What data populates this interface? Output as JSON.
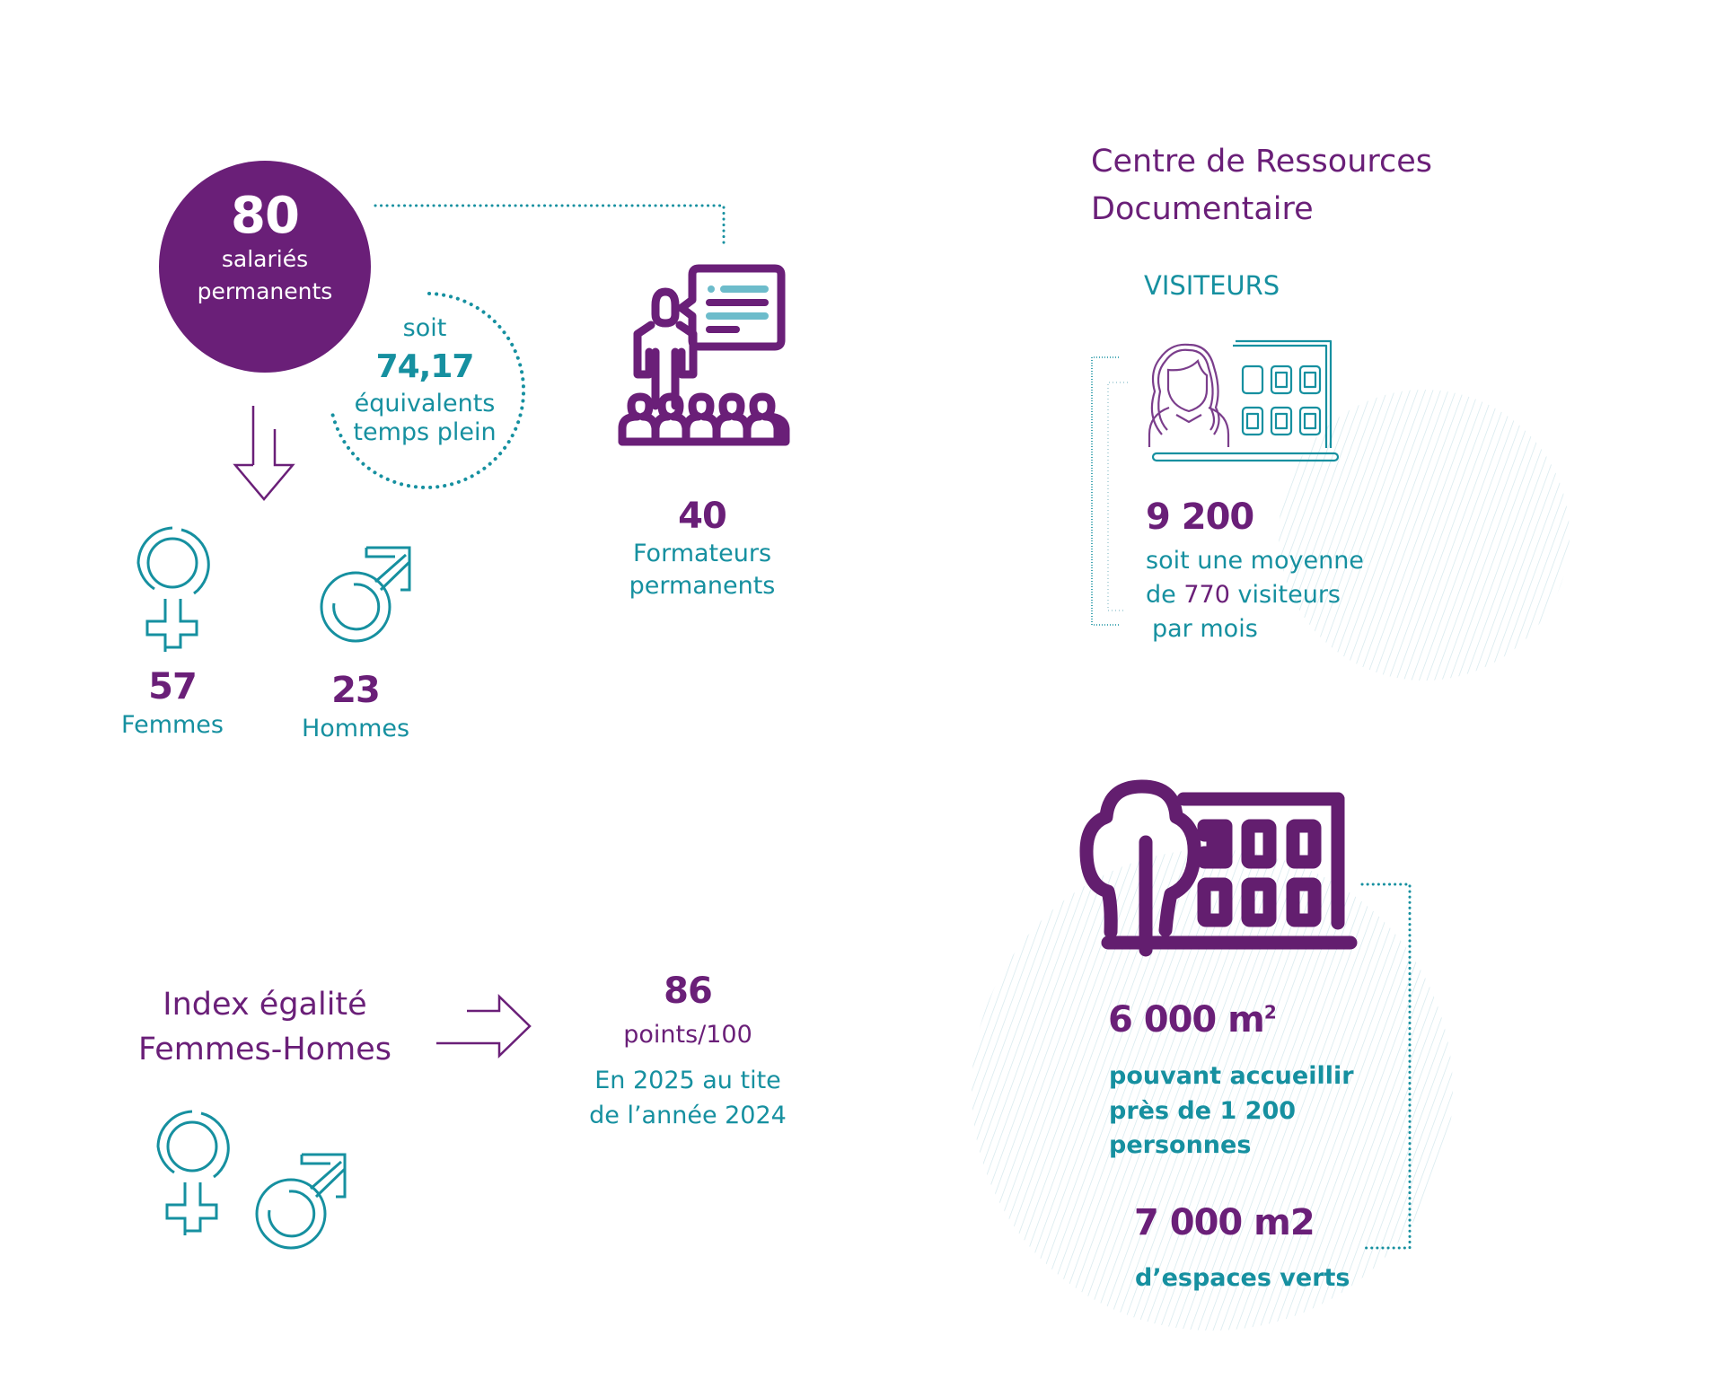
{
  "colors": {
    "purple": "#6a1f78",
    "teal": "#1690a0",
    "teal_light": "#6dbccb",
    "hatch": "#cfe5ea"
  },
  "staff": {
    "total_value": "80",
    "total_label_1": "salariés",
    "total_label_2": "permanents",
    "fte_prefix": "soit",
    "fte_value": "74,17",
    "fte_label_1": "équivalents",
    "fte_label_2": "temps plein",
    "women_value": "57",
    "women_label": "Femmes",
    "men_value": "23",
    "men_label": "Hommes"
  },
  "trainers": {
    "value": "40",
    "label_1": "Formateurs",
    "label_2": "permanents"
  },
  "crd": {
    "title_1": "Centre de Ressources",
    "title_2": "Documentaire",
    "subtitle": "VISITEURS",
    "visitors_value": "9 200",
    "line_1": "soit une moyenne",
    "line_2_prefix": "de ",
    "line_2_value": "770",
    "line_2_suffix": " visiteurs",
    "line_3": "par mois"
  },
  "premises": {
    "area_value": "6 000 m",
    "area_sup": "2",
    "line_1": "pouvant accueillir",
    "line_2": "près de 1 200",
    "line_3": "personnes",
    "green_value": "7 000 m2",
    "green_label": "d’espaces verts"
  },
  "equality": {
    "title_1": "Index égalité",
    "title_2": "Femmes-Homes",
    "score_value": "86",
    "score_unit": "points/100",
    "note_1": "En 2025 au tite",
    "note_2": "de l’année 2024"
  },
  "icons": [
    "female-symbol-icon",
    "male-symbol-icon",
    "trainer-audience-icon",
    "visitor-library-icon",
    "tree-building-icon",
    "arrow-down-icon",
    "arrow-right-icon"
  ]
}
